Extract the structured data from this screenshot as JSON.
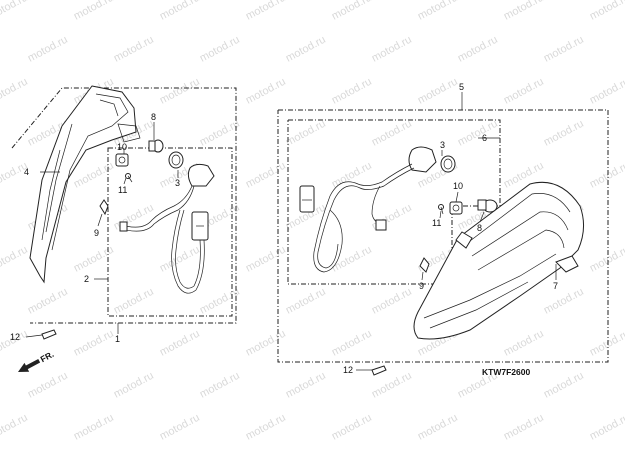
{
  "watermark": "motod.ru",
  "diagram_code": "KTW7F2600",
  "direction_marker": {
    "label": "FR."
  },
  "callouts": {
    "c1": "1",
    "c2": "2",
    "c3_left": "3",
    "c4": "4",
    "c5": "5",
    "c6": "6",
    "c7": "7",
    "c8_left": "8",
    "c9_left": "9",
    "c10_left": "10",
    "c11_left": "11",
    "c12_left": "12",
    "c3_right": "3",
    "c8_right": "8",
    "c9_right": "9",
    "c10_right": "10",
    "c11_right": "11",
    "c12_right": "12"
  }
}
